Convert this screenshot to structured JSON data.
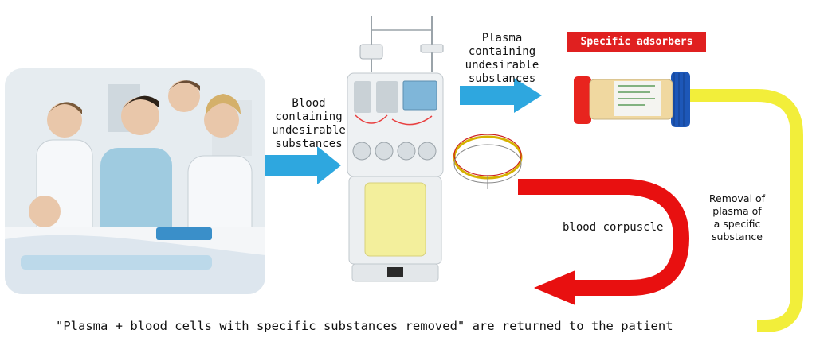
{
  "labels": {
    "blood_in": [
      "Blood",
      "containing",
      "undesirable",
      "substances"
    ],
    "plasma": [
      "Plasma",
      "containing",
      "undesirable",
      "substances"
    ],
    "adsorbers": "Specific adsorbers",
    "blood_corpuscle": "blood corpuscle",
    "removal": [
      "Removal of",
      "plasma of",
      "a specific",
      "substance"
    ],
    "returned": "\"Plasma + blood cells with specific substances removed\" are returned to the patient"
  },
  "colors": {
    "blue_arrow": "#2ea7df",
    "red_arrow": "#e81010",
    "yellow_path": "#f2ee3a",
    "badge": "#e02020"
  },
  "icons": {
    "photo": "medical-team-photo",
    "machine": "apheresis-machine",
    "cartridge": "adsorber-cartridge",
    "filter": "ring-filter"
  }
}
